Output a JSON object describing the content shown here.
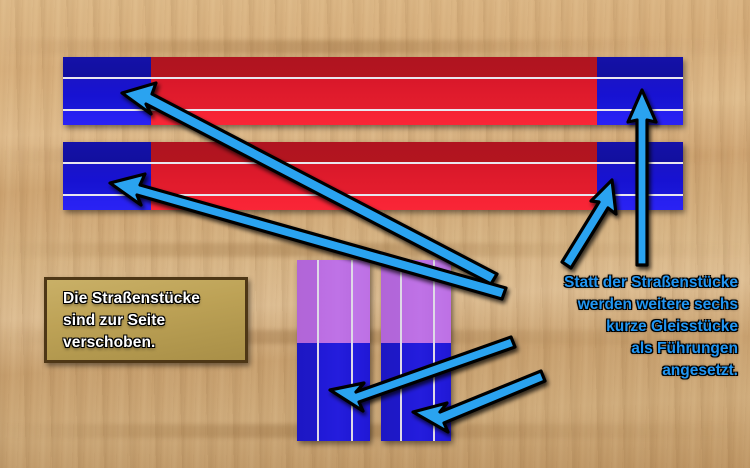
{
  "scene": {
    "title": "Gleisbau Anleitung - Straßenstücke und Führungen",
    "background": "wood-grain",
    "background_color": "#d8b582"
  },
  "callout": {
    "lines": [
      "Die Straßenstücke",
      "sind zur Seite",
      "verschoben."
    ],
    "text_color": "#ffffff",
    "fill_color": "#bda256",
    "border_color": "#4e3716"
  },
  "annotation": {
    "lines": [
      "Statt der Straßenstücke",
      "werden weitere sechs",
      "kurze Gleisstücke",
      "als Führungen",
      "angesetzt."
    ],
    "text_color": "#2196f3"
  },
  "colors": {
    "rail_blue": "#1a14c8",
    "rail_red": "#e01b2c",
    "guide_purple": "#bb6ee2",
    "guide_blue": "#2019d6",
    "arrow_fill": "#29a3f0",
    "arrow_outline": "#000000",
    "separator_white": "#e9e6ee"
  },
  "horizontal_rails": [
    {
      "name": "upper-rail",
      "segments": [
        {
          "name": "left-blue-segment",
          "color_role": "rail_blue"
        },
        {
          "name": "center-red-segment",
          "color_role": "rail_red"
        },
        {
          "name": "right-blue-segment",
          "color_role": "rail_blue"
        }
      ]
    },
    {
      "name": "lower-rail",
      "segments": [
        {
          "name": "left-blue-segment",
          "color_role": "rail_blue"
        },
        {
          "name": "center-red-segment",
          "color_role": "rail_red"
        },
        {
          "name": "right-blue-segment",
          "color_role": "rail_blue"
        }
      ]
    }
  ],
  "vertical_guides": [
    {
      "name": "left-guide-group",
      "segments": [
        {
          "name": "purple-upper-segment",
          "color_role": "guide_purple"
        },
        {
          "name": "blue-lower-segment",
          "color_role": "guide_blue"
        }
      ]
    },
    {
      "name": "right-guide-group",
      "segments": [
        {
          "name": "purple-upper-segment",
          "color_role": "guide_purple"
        },
        {
          "name": "blue-lower-segment",
          "color_role": "guide_blue"
        }
      ]
    }
  ],
  "arrows": [
    {
      "name": "arrow-to-upper-left-blue",
      "points_to": "upper-rail left blue segment"
    },
    {
      "name": "arrow-to-lower-left-blue",
      "points_to": "lower-rail left blue segment"
    },
    {
      "name": "arrow-to-upper-right-blue",
      "points_to": "upper-rail right blue segment"
    },
    {
      "name": "arrow-to-lower-right-blue",
      "points_to": "lower-rail right blue segment"
    },
    {
      "name": "arrow-to-left-guide",
      "points_to": "left guide group"
    },
    {
      "name": "arrow-to-right-guide",
      "points_to": "right guide group"
    }
  ]
}
